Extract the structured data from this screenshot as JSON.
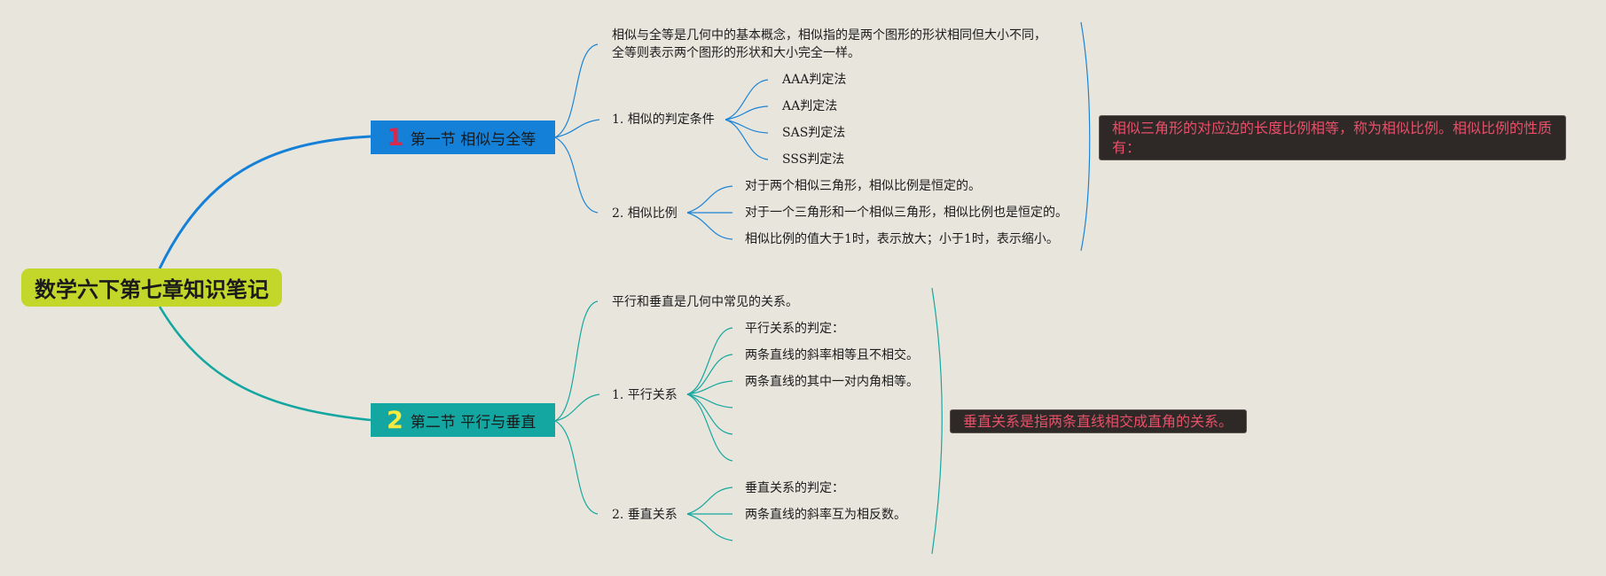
{
  "root": {
    "title": "数学六下第七章知识笔记"
  },
  "colors": {
    "background": "#e8e5dd",
    "root": "#c3d72a",
    "section1": "#1480d8",
    "section2": "#14a6a0",
    "note_bg": "#2e2826",
    "note_text": "#e8506a"
  },
  "section1": {
    "number": "1",
    "title": "第一节 相似与全等",
    "intro": "相似与全等是几何中的基本概念，相似指的是两个图形的形状相同但大小不同，全等则表示两个图形的形状和大小完全一样。",
    "branch1": {
      "label": "1. 相似的判定条件",
      "items": [
        "AAA判定法",
        "AA判定法",
        "SAS判定法",
        "SSS判定法"
      ]
    },
    "branch2": {
      "label": "2. 相似比例",
      "items": [
        "对于两个相似三角形，相似比例是恒定的。",
        "对于一个三角形和一个相似三角形，相似比例也是恒定的。",
        "相似比例的值大于1时，表示放大；小于1时，表示缩小。"
      ]
    },
    "note": "相似三角形的对应边的长度比例相等，称为相似比例。相似比例的性质有："
  },
  "section2": {
    "number": "2",
    "title": "第二节 平行与垂直",
    "intro": "平行和垂直是几何中常见的关系。",
    "branch1": {
      "label": "1. 平行关系",
      "items": [
        "平行关系的判定：",
        "两条直线的斜率相等且不相交。",
        "两条直线的其中一对内角相等。",
        "",
        ""
      ]
    },
    "branch2": {
      "label": "2. 垂直关系",
      "items": [
        "垂直关系的判定：",
        "两条直线的斜率互为相反数。",
        ""
      ]
    },
    "note": "垂直关系是指两条直线相交成直角的关系。"
  }
}
